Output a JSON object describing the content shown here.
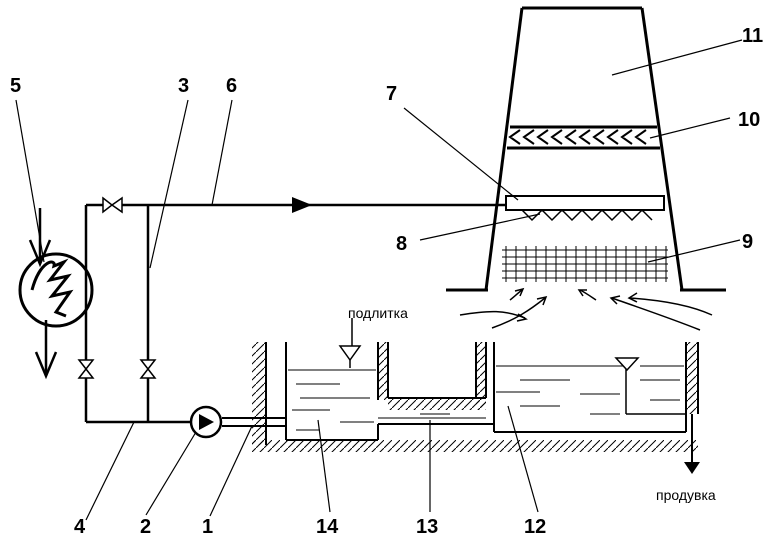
{
  "diagram": {
    "labels": {
      "n1": "1",
      "n2": "2",
      "n3": "3",
      "n4": "4",
      "n5": "5",
      "n6": "6",
      "n7": "7",
      "n8": "8",
      "n9": "9",
      "n10": "10",
      "n11": "11",
      "n12": "12",
      "n13": "13",
      "n14": "14"
    },
    "text": {
      "makeup": "подлитка",
      "blowdown": "продувка"
    }
  }
}
